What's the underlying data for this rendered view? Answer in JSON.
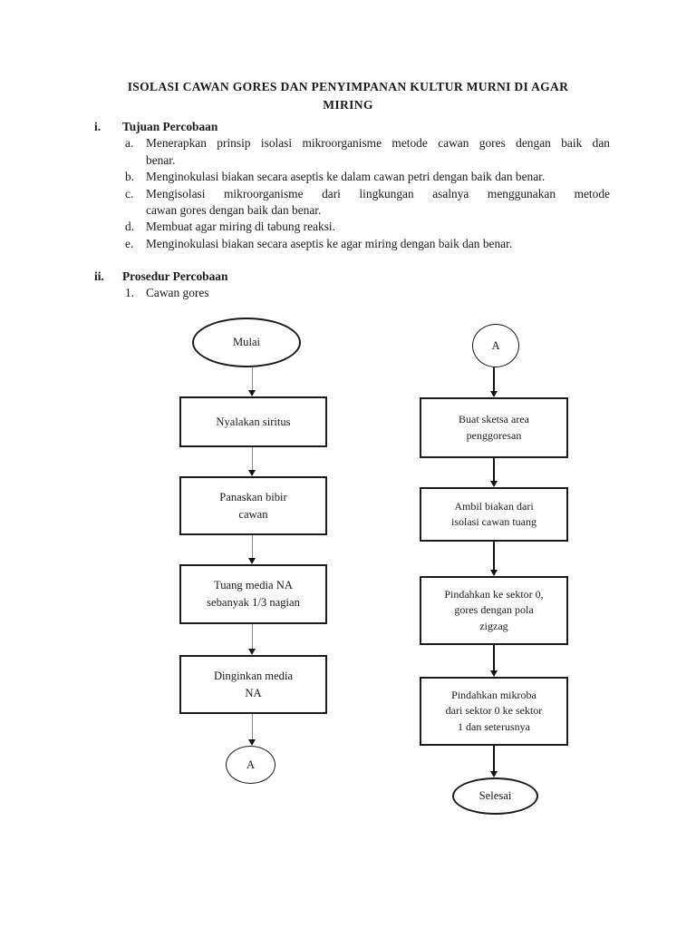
{
  "title": {
    "line1": "ISOLASI CAWAN GORES DAN PENYIMPANAN KULTUR MURNI DI AGAR",
    "line2": "MIRING"
  },
  "tujuan": {
    "number": "i.",
    "heading": "Tujuan Percobaan",
    "items": [
      {
        "letter": "a.",
        "lines": [
          "Menerapkan prinsip isolasi mikroorganisme metode cawan gores dengan baik dan",
          "benar."
        ]
      },
      {
        "letter": "b.",
        "lines": [
          "Menginokulasi biakan secara aseptis ke dalam cawan petri dengan baik dan benar."
        ]
      },
      {
        "letter": "c.",
        "lines": [
          "Mengisolasi mikroorganisme dari lingkungan asalnya menggunakan metode",
          "cawan gores dengan baik dan benar."
        ]
      },
      {
        "letter": "d.",
        "lines": [
          "Membuat agar miring di tabung reaksi."
        ]
      },
      {
        "letter": "e.",
        "lines": [
          "Menginokulasi biakan secara aseptis ke agar miring dengan baik dan benar."
        ]
      }
    ]
  },
  "prosedur": {
    "number": "ii.",
    "heading": "Prosedur Percobaan",
    "sub": {
      "number": "1.",
      "label": "Cawan gores"
    }
  },
  "flowchart": {
    "colors": {
      "box_border": "#1b1b1b",
      "arrow_line_left": "#8a8a8a",
      "arrow_line_right": "#111111",
      "arrow_head": "#111111"
    },
    "left": {
      "start": "Mulai",
      "steps": [
        {
          "lines": [
            "Nyalakan siritus"
          ]
        },
        {
          "lines": [
            "Panaskan bibir",
            "cawan"
          ]
        },
        {
          "lines": [
            "Tuang media NA",
            "sebanyak 1/3 nagian"
          ]
        },
        {
          "lines": [
            "Dinginkan media",
            "NA"
          ]
        }
      ],
      "connector": "A"
    },
    "right": {
      "connector": "A",
      "steps": [
        {
          "lines": [
            "Buat sketsa area",
            "penggoresan"
          ]
        },
        {
          "lines": [
            "Ambil biakan dari",
            "isolasi cawan tuang"
          ]
        },
        {
          "lines": [
            "Pindahkan ke sektor 0,",
            "gores dengan pola",
            "zigzag"
          ]
        },
        {
          "lines": [
            "Pindahkan mikroba",
            "dari sektor 0 ke sektor",
            "1 dan seterusnya"
          ]
        }
      ],
      "end": "Selesai"
    }
  }
}
